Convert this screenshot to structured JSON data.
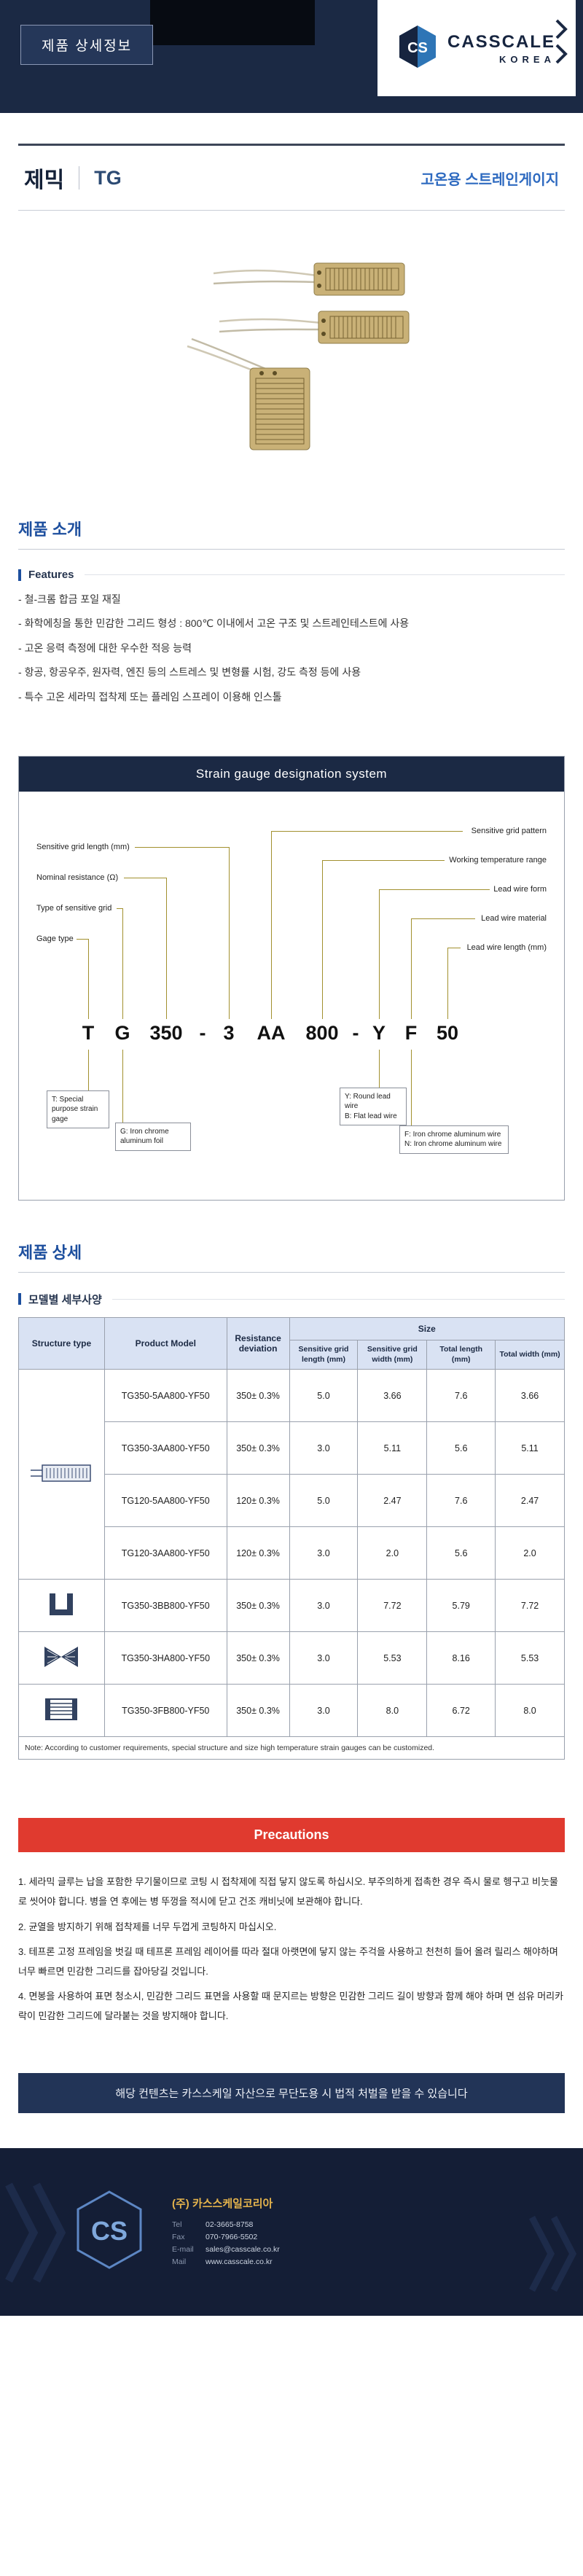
{
  "header": {
    "page_title": "제품 상세정보",
    "logo": {
      "brand": "CASSCALE",
      "country": "KOREA",
      "monogram": "CS"
    }
  },
  "title_bar": {
    "product_name": "제믹",
    "model": "TG",
    "subtitle": "고온용 스트레인게이지"
  },
  "intro": {
    "heading": "제품 소개",
    "features_label": "Features",
    "features": [
      "철-크롬 합금 포일 재질",
      "화학에칭을 통한 민감한 그리드 형성 : 800℃ 이내에서 고온 구조 및 스트레인테스트에 사용",
      "고온 응력 측정에 대한 우수한 적응 능력",
      "항공, 항공우주, 원자력, 엔진 등의 스트레스 및 변형률 시험, 강도 측정 등에 사용",
      "특수 고온 세라믹 접착제 또는 플레임 스프레이 이용해 인스톨"
    ]
  },
  "designation": {
    "title": "Strain gauge designation system",
    "parts": [
      "T",
      "G",
      "350",
      "-",
      "3",
      "AA",
      "800",
      "-",
      "Y",
      "F",
      "50"
    ],
    "left_labels": [
      "Sensitive grid length (mm)",
      "Nominal resistance (Ω)",
      "Type of sensitive grid",
      "Gage type"
    ],
    "right_labels": [
      "Sensitive grid pattern",
      "Working temperature range",
      "Lead wire form",
      "Lead wire material",
      "Lead wire length (mm)"
    ],
    "notes": {
      "t": "T: Special purpose strain gage",
      "g": "G: Iron chrome aluminum foil",
      "y1": "Y: Round lead wire",
      "y2": "B: Flat lead wire",
      "f1": "F: Iron chrome aluminum wire",
      "f2": "N: Iron chrome aluminum wire"
    }
  },
  "details": {
    "heading": "제품 상세",
    "sub_label": "모델별 세부사양",
    "table": {
      "headers": {
        "structure": "Structure type",
        "model": "Product Model",
        "resistance": "Resistance deviation",
        "size": "Size",
        "sub": [
          "Sensitive grid length (mm)",
          "Sensitive grid width (mm)",
          "Total length (mm)",
          "Total width (mm)"
        ]
      },
      "rows": [
        {
          "model": "TG350-5AA800-YF50",
          "resistance": "350± 0.3%",
          "grid_length": "5.0",
          "grid_width": "3.66",
          "total_length": "7.6",
          "total_width": "3.66"
        },
        {
          "model": "TG350-3AA800-YF50",
          "resistance": "350± 0.3%",
          "grid_length": "3.0",
          "grid_width": "5.11",
          "total_length": "5.6",
          "total_width": "5.11"
        },
        {
          "model": "TG120-5AA800-YF50",
          "resistance": "120± 0.3%",
          "grid_length": "5.0",
          "grid_width": "2.47",
          "total_length": "7.6",
          "total_width": "2.47"
        },
        {
          "model": "TG120-3AA800-YF50",
          "resistance": "120± 0.3%",
          "grid_length": "3.0",
          "grid_width": "2.0",
          "total_length": "5.6",
          "total_width": "2.0"
        },
        {
          "model": "TG350-3BB800-YF50",
          "resistance": "350± 0.3%",
          "grid_length": "3.0",
          "grid_width": "7.72",
          "total_length": "5.79",
          "total_width": "7.72"
        },
        {
          "model": "TG350-3HA800-YF50",
          "resistance": "350± 0.3%",
          "grid_length": "3.0",
          "grid_width": "5.53",
          "total_length": "8.16",
          "total_width": "5.53"
        },
        {
          "model": "TG350-3FB800-YF50",
          "resistance": "350± 0.3%",
          "grid_length": "3.0",
          "grid_width": "8.0",
          "total_length": "6.72",
          "total_width": "8.0"
        }
      ],
      "note": "Note: According to customer requirements, special structure and size high temperature strain gauges can be customized."
    }
  },
  "precautions": {
    "title": "Precautions",
    "items": [
      "1. 세라믹 글루는 납을 포함한 무기물이므로 코팅 시 접착제에 직접 닿지 않도록 하십시오. 부주의하게 접촉한 경우 즉시 물로 헹구고 비눗물로 씻어야 합니다. 병을 연 후에는 병 뚜껑을 적시에 닫고 건조 캐비닛에 보관해야 합니다.",
      "2. 균열을 방지하기 위해 접착제를 너무 두껍게 코팅하지 마십시오.",
      "3. 테프론 고정 프레임을 벗길 때 테프론 프레임 레이어를 따라 절대 아랫면에 닿지 않는 주걱을 사용하고 천천히 들어 올려 릴리스 해야하며 너무 빠르면 민감한 그리드를 잡아당길 것입니다.",
      "4. 면봉을 사용하여 표면 청소시, 민감한 그리드 표면을 사용할 때 문지르는 방향은 민감한 그리드 길이 방향과 함께 해야 하며 면 섬유 머리카락이 민감한 그리드에 달라붙는 것을 방지해야 합니다."
    ]
  },
  "notice": "해당 컨텐츠는 카스스케일 자산으로 무단도용 시 법적 처벌을 받을 수 있습니다",
  "footer": {
    "company": "(주) 카스스케일코리아",
    "contacts": [
      {
        "label": "Tel",
        "value": "02-3665-8758"
      },
      {
        "label": "Fax",
        "value": "070-7966-5502"
      },
      {
        "label": "E-mail",
        "value": "sales@casscale.co.kr"
      },
      {
        "label": "Mail",
        "value": "www.casscale.co.kr"
      }
    ]
  }
}
